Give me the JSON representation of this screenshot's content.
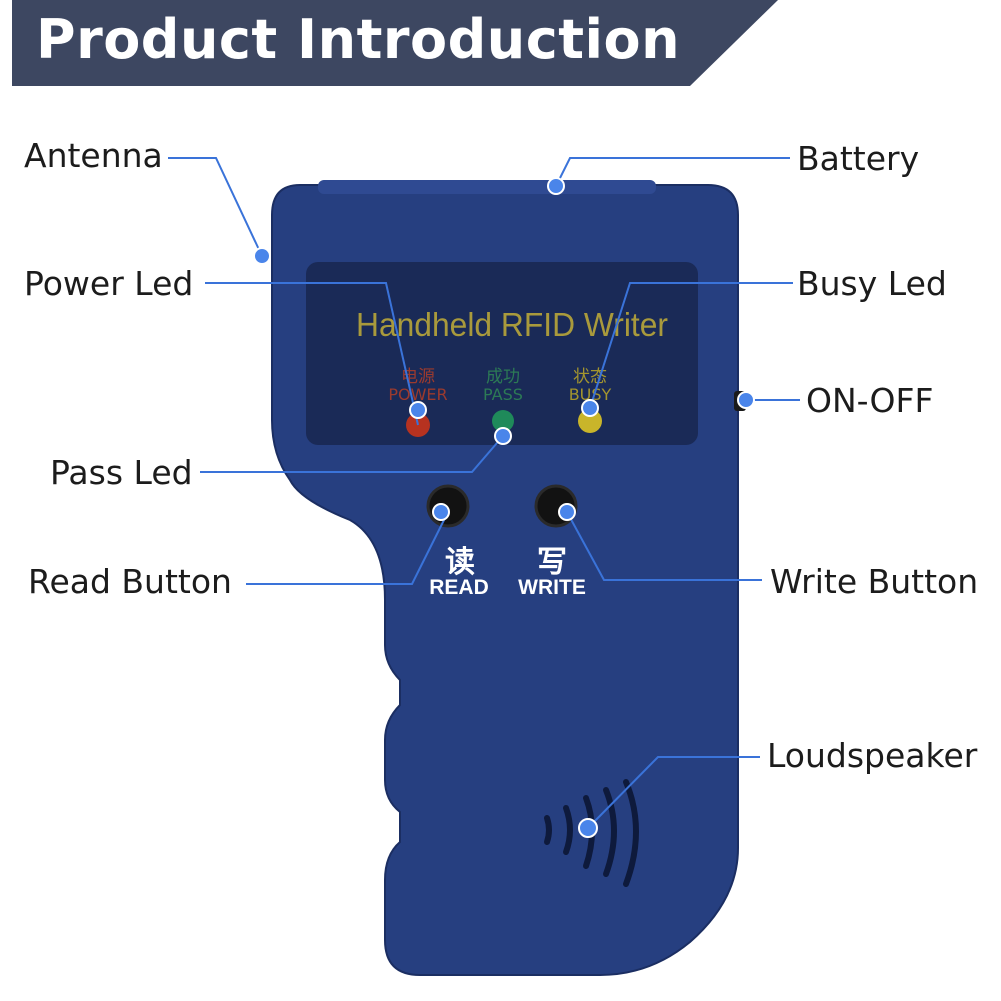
{
  "banner": {
    "title": "Product Introduction",
    "color": "#3d4761"
  },
  "device": {
    "body_color": "#263f80",
    "panel_color": "#1a2a57",
    "panel_title": "Handheld RFID Writer",
    "panel_title_color": "#a99a3c",
    "leds": [
      {
        "cn": "电源",
        "en": "POWER",
        "color": "#b63220"
      },
      {
        "cn": "成功",
        "en": "PASS",
        "color": "#1f8a5a"
      },
      {
        "cn": "状态",
        "en": "BUSY",
        "color": "#c9b52a"
      }
    ],
    "buttons": [
      {
        "cn": "读",
        "en": "READ"
      },
      {
        "cn": "写",
        "en": "WRITE"
      }
    ]
  },
  "callouts": {
    "line_color": "#3a73d9",
    "antenna": "Antenna",
    "battery": "Battery",
    "power_led": "Power Led",
    "busy_led": "Busy Led",
    "on_off": "ON-OFF",
    "pass_led": "Pass Led",
    "read_button": "Read Button",
    "write_button": "Write Button",
    "loudspeaker": "Loudspeaker"
  }
}
